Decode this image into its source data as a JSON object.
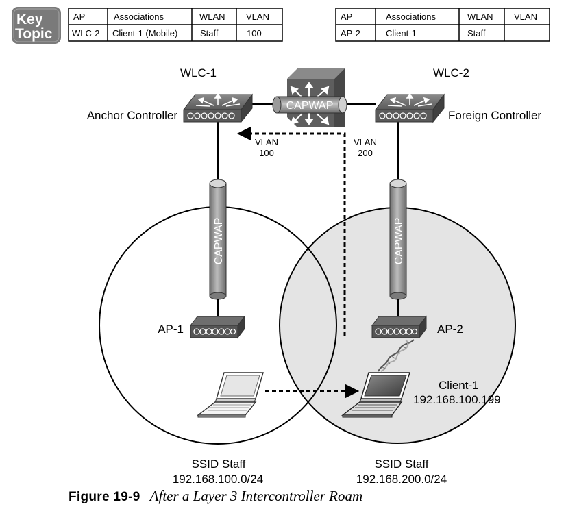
{
  "badge": {
    "line1": "Key",
    "line2": "Topic"
  },
  "tables": [
    {
      "headers": [
        "AP",
        "Associations",
        "WLAN",
        "VLAN"
      ],
      "row": [
        "WLC-2",
        "Client-1 (Mobile)",
        "Staff",
        "100"
      ]
    },
    {
      "headers": [
        "AP",
        "Associations",
        "WLAN",
        "VLAN"
      ],
      "row": [
        "AP-2",
        "Client-1",
        "Staff",
        ""
      ]
    }
  ],
  "controllers": {
    "left": {
      "name": "WLC-1",
      "role": "Anchor Controller"
    },
    "right": {
      "name": "WLC-2",
      "role": "Foreign Controller"
    }
  },
  "tunnels": {
    "inter_controller": "CAPWAP",
    "left": "CAPWAP",
    "right": "CAPWAP"
  },
  "vlans": {
    "left": {
      "line1": "VLAN",
      "line2": "100"
    },
    "right": {
      "line1": "VLAN",
      "line2": "200"
    }
  },
  "access_points": {
    "left": "AP-1",
    "right": "AP-2"
  },
  "client": {
    "name": "Client-1",
    "ip": "192.168.100.199"
  },
  "cells": {
    "left": {
      "ssid": "SSID Staff",
      "subnet": "192.168.100.0/24"
    },
    "right": {
      "ssid": "SSID Staff",
      "subnet": "192.168.200.0/24"
    }
  },
  "caption": {
    "number": "Figure 19-9",
    "title": "After a Layer 3 Intercontroller Roam"
  },
  "colors": {
    "badge": "#7a7a7a",
    "cell_fill": "#e4e4e4",
    "device": "#555555",
    "tunnel": "#999999"
  }
}
